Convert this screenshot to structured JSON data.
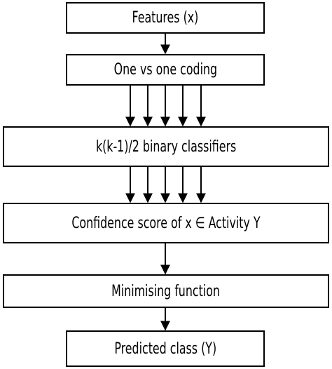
{
  "nodes": {
    "features": "Features (x)",
    "coding": "One vs one coding",
    "binary": "k(k-1)/2 binary classifiers",
    "confidence": "Confidence score of x ∈ Activity Y",
    "minimising": "Minimising function",
    "predicted": "Predicted class (Y)"
  },
  "colors": {
    "stroke": "#000000",
    "background": "#ffffff"
  }
}
